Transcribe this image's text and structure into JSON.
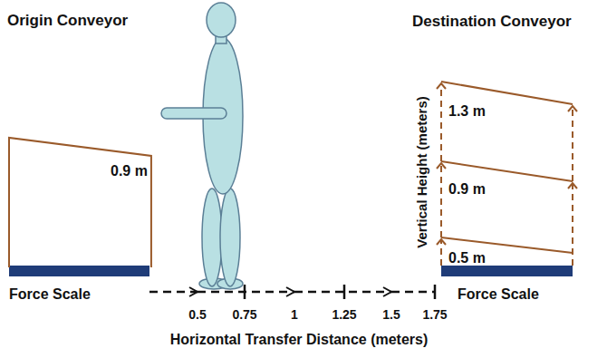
{
  "diagram": {
    "nodes": [
      {
        "text": [
          "Origin Conveyor",
          "0.9 m"
        ]
      },
      {
        "text": [
          "Destination Conveyor",
          "1.3 m",
          "0.9 m",
          "0.5 m"
        ]
      }
    ],
    "labels": [
      "Force Scale",
      "Force Scale",
      "Vertical Height (meters)",
      "0.5",
      "0.75",
      "1",
      "1.25",
      "1.5",
      "1.75",
      "Horizontal Transfer Distance (meters)"
    ]
  }
}
